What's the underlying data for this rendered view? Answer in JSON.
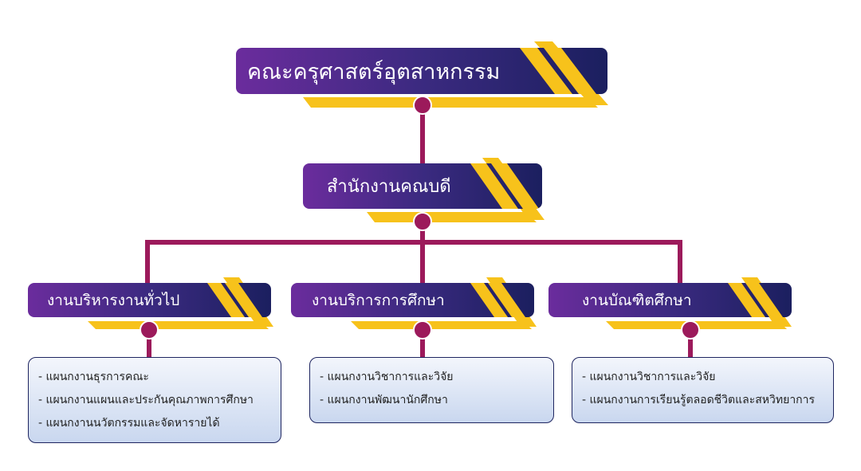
{
  "top": {
    "title": "คณะครุศาสตร์อุตสาหกรรม"
  },
  "middle": {
    "title": "สำนักงานคณบดี"
  },
  "units": [
    {
      "title": "งานบริหารงานทั่วไป",
      "items": [
        "- แผนกงานธุรการคณะ",
        "- แผนกงานแผนและประกันคุณภาพการศึกษา",
        "- แผนกงานนวัตกรรมและจัดหารายได้"
      ]
    },
    {
      "title": "งานบริการการศึกษา",
      "items": [
        "- แผนกงานวิชาการและวิจัย",
        "- แผนกงานพัฒนานักศึกษา"
      ]
    },
    {
      "title": "งานบัณฑิตศึกษา",
      "items": [
        "- แผนกงานวิชาการและวิจัย",
        "- แผนกงานการเรียนรู้ตลอดชีวิตและสหวิทยาการ"
      ]
    }
  ],
  "colors": {
    "connector": "#9c1a5b",
    "gold": "#f7c21b",
    "navy": "#1b1f5f",
    "purple": "#6b2c9d"
  }
}
